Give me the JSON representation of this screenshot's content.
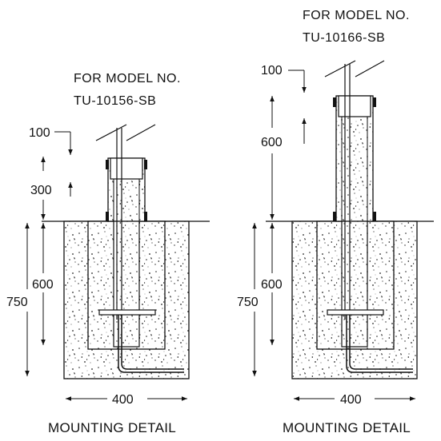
{
  "details": [
    {
      "id": "left",
      "title_line1": "FOR MODEL NO.",
      "title_line2": "TU-10156-SB",
      "dim_top": "100",
      "dim_above_ground": "300",
      "dim_inner_depth": "600",
      "dim_total_depth": "750",
      "dim_width": "400",
      "caption": "MOUNTING DETAIL"
    },
    {
      "id": "right",
      "title_line1": "FOR MODEL NO.",
      "title_line2": "TU-10166-SB",
      "dim_top": "100",
      "dim_above_ground": "600",
      "dim_inner_depth": "600",
      "dim_total_depth": "750",
      "dim_width": "400",
      "caption": "MOUNTING DETAIL"
    }
  ]
}
